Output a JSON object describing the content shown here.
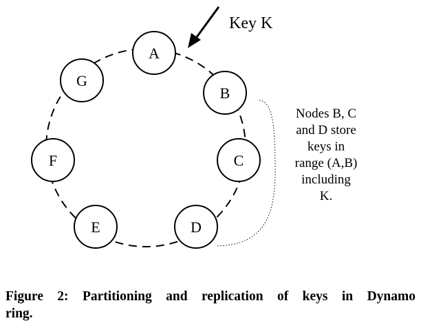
{
  "ring": {
    "nodes": [
      "A",
      "B",
      "C",
      "D",
      "E",
      "F",
      "G"
    ]
  },
  "key_label": "Key K",
  "note_lines": [
    "Nodes B, C",
    "and D store",
    "keys in",
    "range (A,B)",
    "including",
    "K."
  ],
  "caption_lines": [
    "Figure 2: Partitioning and replication of keys in Dynamo",
    "ring."
  ]
}
